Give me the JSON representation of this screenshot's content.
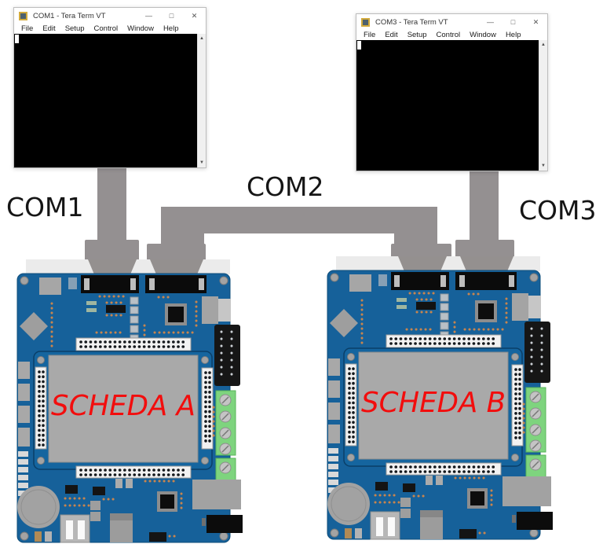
{
  "windows": [
    {
      "title": "COM1 - Tera Term VT",
      "menu": [
        "File",
        "Edit",
        "Setup",
        "Control",
        "Window",
        "Help"
      ]
    },
    {
      "title": "COM3 - Tera Term VT",
      "menu": [
        "File",
        "Edit",
        "Setup",
        "Control",
        "Window",
        "Help"
      ]
    }
  ],
  "connections": {
    "com1": "COM1",
    "com2": "COM2",
    "com3": "COM3"
  },
  "boards": [
    {
      "label": "SCHEDA A"
    },
    {
      "label": "SCHEDA B"
    }
  ],
  "icons": {
    "app": "tera-term-icon",
    "minimize": "—",
    "maximize": "□",
    "close": "✕",
    "scroll_up": "▲",
    "scroll_down": "▼"
  },
  "colors": {
    "pcb_blue": "#16619a",
    "board_label_red": "#f20d0d",
    "cable_gray": "#949091",
    "terminal_bg": "#000000",
    "terminal_block_green": "#7ed47e"
  }
}
